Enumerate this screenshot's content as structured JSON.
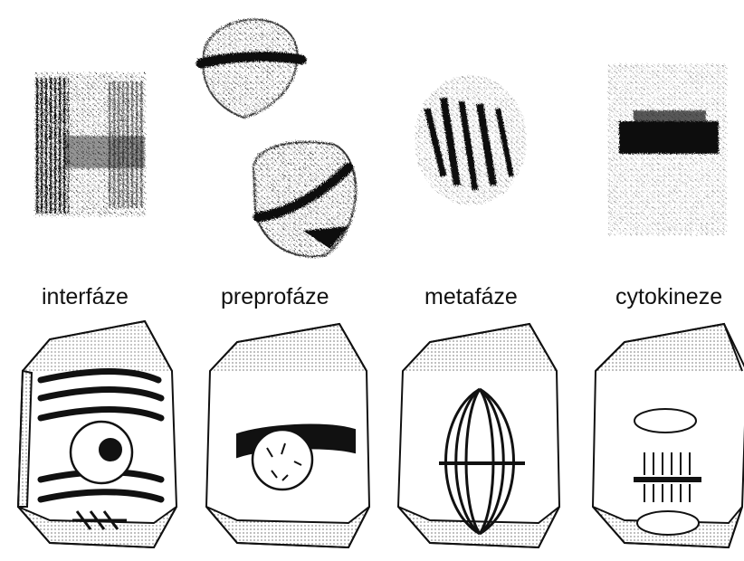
{
  "phases": [
    {
      "label": "interfáze"
    },
    {
      "label": "preprofáze"
    },
    {
      "label": "metafáze"
    },
    {
      "label": "cytokineze"
    }
  ],
  "colors": {
    "ink": "#111111",
    "paper": "#ffffff",
    "wall": "#f4f4f4"
  }
}
